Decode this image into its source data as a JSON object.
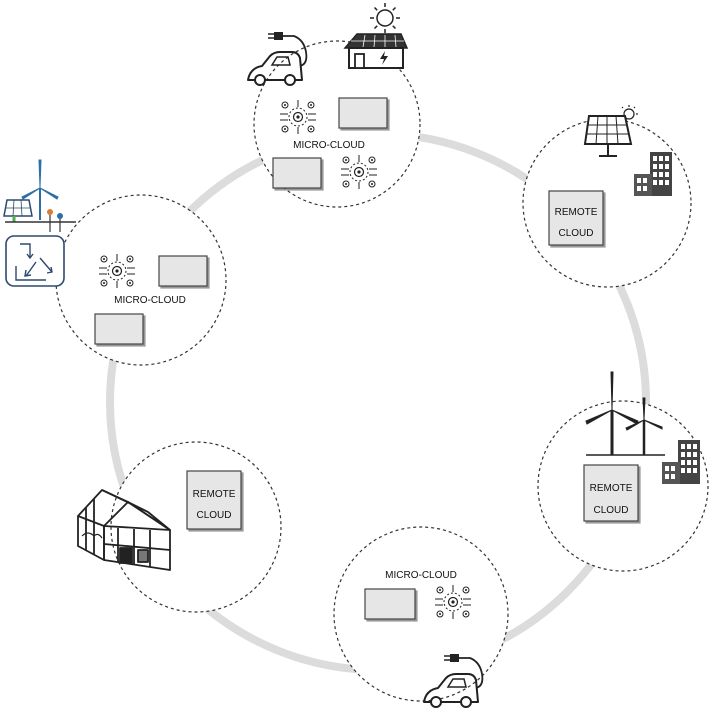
{
  "nodes": [
    {
      "id": "top",
      "type": "micro-cloud",
      "label": "MICRO-CLOUD",
      "icons": [
        "ev-charger-car-icon",
        "sun-icon",
        "solar-house-icon"
      ]
    },
    {
      "id": "upper-right",
      "type": "remote-cloud",
      "label_line1": "REMOTE",
      "label_line2": "CLOUD",
      "icons": [
        "solar-panel-icon",
        "office-building-icon"
      ]
    },
    {
      "id": "right",
      "type": "remote-cloud",
      "label_line1": "REMOTE",
      "label_line2": "CLOUD",
      "icons": [
        "wind-turbine-icon",
        "office-building-icon"
      ]
    },
    {
      "id": "bottom",
      "type": "micro-cloud",
      "label": "MICRO-CLOUD",
      "icons": [
        "ev-charger-car-icon"
      ]
    },
    {
      "id": "lower-left",
      "type": "remote-cloud",
      "label_line1": "REMOTE",
      "label_line2": "CLOUD",
      "icons": [
        "greenhouse-icon"
      ]
    },
    {
      "id": "left",
      "type": "micro-cloud",
      "label": "MICRO-CLOUD",
      "icons": [
        "smart-grid-icon"
      ]
    }
  ],
  "colors": {
    "ring": "#dcdcdc",
    "box_fill": "#e6e6e6",
    "box_stroke": "#444444",
    "ink": "#1a1a1a"
  }
}
